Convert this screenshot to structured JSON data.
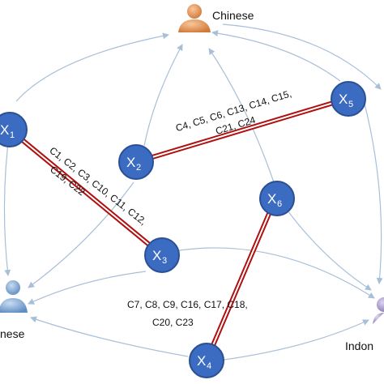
{
  "languages": {
    "top": "Chinese",
    "left": "nese",
    "right": "Indon"
  },
  "nodes": {
    "x1": {
      "main": "X",
      "sub": "1"
    },
    "x2": {
      "main": "X",
      "sub": "2"
    },
    "x3": {
      "main": "X",
      "sub": "3"
    },
    "x4": {
      "main": "X",
      "sub": "4"
    },
    "x5": {
      "main": "X",
      "sub": "5"
    },
    "x6": {
      "main": "X",
      "sub": "6"
    }
  },
  "edge_labels": {
    "x2_x5": {
      "line1": "C4, C5, C6, C13, C14, C15,",
      "line2": "C21, C24"
    },
    "x1_x3": {
      "line1": "C1, C2, C3, C10, C11, C12,",
      "line2": "C19, C22"
    },
    "x4_x6": {
      "line1": "C7, C8, C9, C16, C17, C18,",
      "line2": "C20, C23"
    }
  },
  "colors": {
    "node_fill": "#3b6cc2",
    "edge_red": "#b01010",
    "arrow": "#a8bfd8",
    "person_top": "#e0965a",
    "person_left": "#7fa8d6",
    "person_right": "#a79ac8"
  }
}
